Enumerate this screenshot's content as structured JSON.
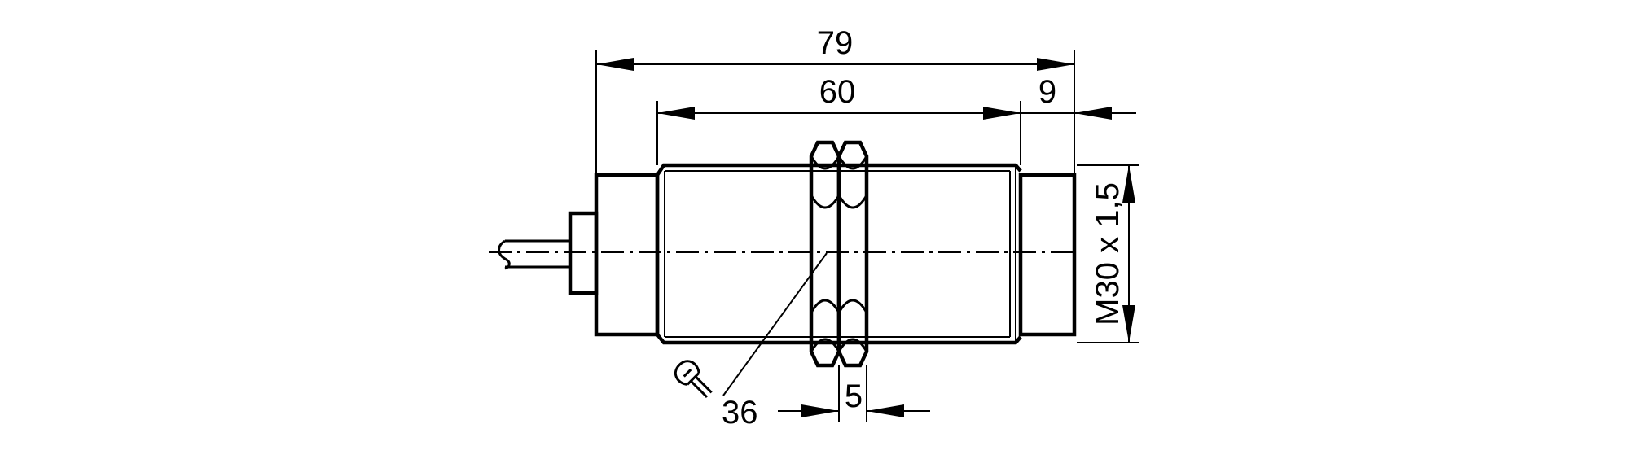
{
  "drawing": {
    "dimensions": {
      "overall_length": "79",
      "thread_length": "60",
      "cap_length": "9",
      "thread_spec": "M30 x 1,5",
      "nut_thickness": "5",
      "wrench_size": "36"
    },
    "icons": {
      "wrench": "wrench-icon"
    }
  }
}
